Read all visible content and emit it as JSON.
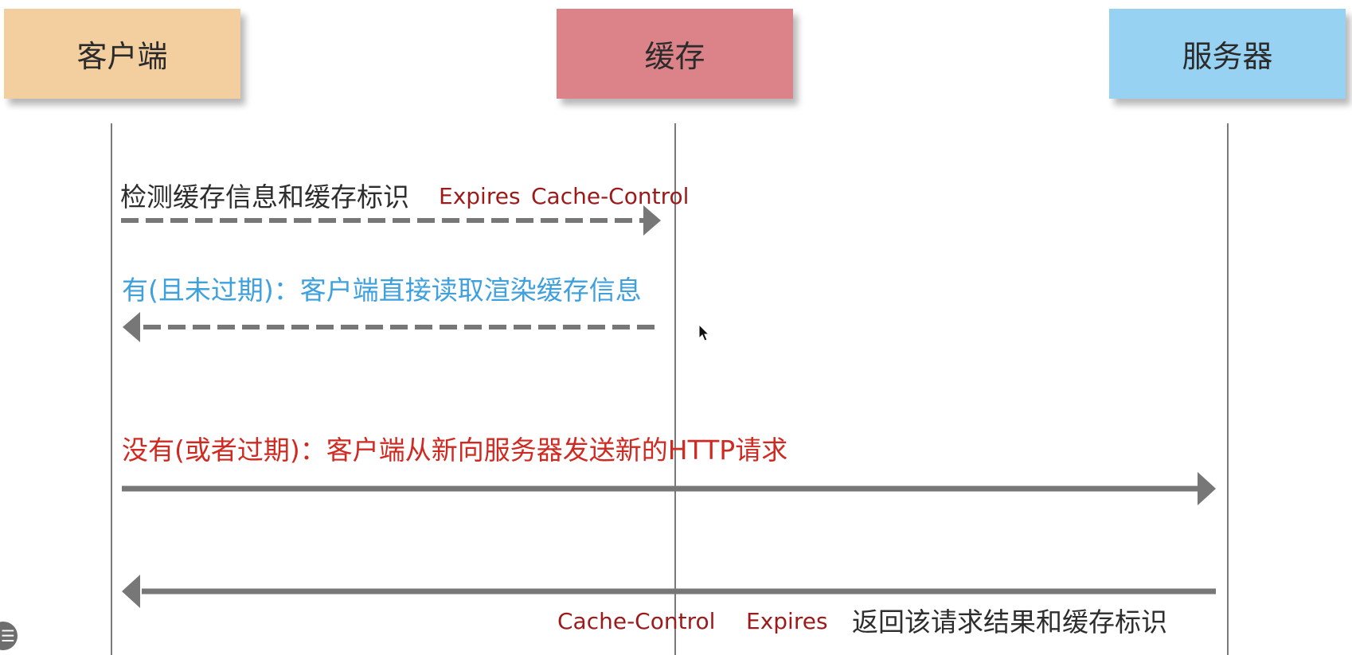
{
  "actors": {
    "client": {
      "label": "客户端",
      "color": "#f3ce9e"
    },
    "cache": {
      "label": "缓存",
      "color": "#dc8389"
    },
    "server": {
      "label": "服务器",
      "color": "#97d2f2"
    }
  },
  "messages": {
    "check": {
      "text": "检测缓存信息和缓存标识",
      "tag1": "Expires",
      "tag2": "Cache-Control"
    },
    "hit": {
      "text": "有(且未过期)：客户端直接读取渲染缓存信息"
    },
    "miss": {
      "text": "没有(或者过期)：客户端从新向服务器发送新的HTTP请求"
    },
    "response": {
      "tag1": "Cache-Control",
      "tag2": "Expires",
      "text": "返回该请求结果和缓存标识"
    }
  },
  "colors": {
    "lifeline": "#7a7a7a",
    "arrow": "#777777",
    "text_dark": "#2d2d2d",
    "text_blue": "#3fa0de",
    "text_red": "#cf2a22",
    "tag_red": "#9c1a1a"
  },
  "icons": {
    "menu": "menu-icon",
    "cursor": "cursor-arrow-icon"
  }
}
